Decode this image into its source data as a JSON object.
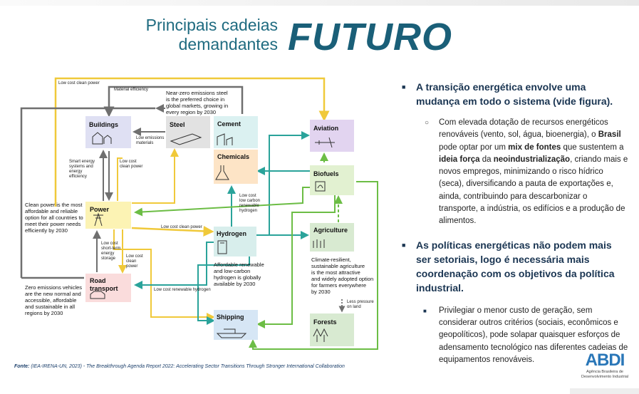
{
  "title": {
    "subtitle": "Principais cadeias demandantes",
    "main": "FUTURO"
  },
  "nodes": {
    "buildings": "Buildings",
    "steel": "Steel",
    "cement": "Cement",
    "chemicals": "Chemicals",
    "aviation": "Aviation",
    "biofuels": "Biofuels",
    "power": "Power",
    "hydrogen": "Hydrogen",
    "agriculture": "Agriculture",
    "road_transport": "Road transport",
    "shipping": "Shipping",
    "forests": "Forests"
  },
  "edge_labels": {
    "low_cost_clean_power_top": "Low cost clean power",
    "material_efficiency": "Material efficiency",
    "low_emissions_materials": "Low emissions materials",
    "smart_energy": "Smart energy systems and energy efficiency",
    "low_cost_clean_power_buildings": "Low cost clean power",
    "low_cost_low_carbon_h2": "Low cost low carbon renewable hydrogen",
    "low_cost_clean_power_h2": "Low cost clean power",
    "low_cost_short_term": "Low cost short-term energy storage",
    "low_cost_clean_power_road": "Low cost clean power",
    "low_cost_renewable_h2": "Low cost renewable hydrogen",
    "less_pressure_on_land": "Less pressure on land"
  },
  "notes": {
    "steel": "Near-zero emissions steel is the preferred choice in global markets, growing in every region by 2030",
    "power": "Clean power is the most affordable and reliable option for all countries to meet their power needs efficiently by 2030",
    "hydrogen": "Affordable renewable and low-carbon hydrogen is globally available by 2030",
    "road": "Zero emissions vehicles are the new normal and accessible, affordable and sustainable in all regions by 2030",
    "agriculture": "Climate-resilient, sustainable agriculture is the most attractive and widely adopted option for farmers everywhere by 2030"
  },
  "source": {
    "prefix": "Fonte:",
    "text": " (IEA-IRENA-UN, 2023) - The Breakthrough Agenda Report 2022: Accelerating Sector Transitions Through Stronger International Collaboration"
  },
  "bullets": {
    "b1": "A transição energética envolve uma mudança em todo o sistema (vide figura).",
    "b1_sub": {
      "p1": "Com elevada dotação de recursos energéticos renováveis (vento, sol, água, bioenergia), o ",
      "brasil": "Brasil",
      "p2": " pode optar por um ",
      "mix": "mix de fontes",
      "p3": " que sustentem a ",
      "ideia": "ideia força",
      "p4": " da ",
      "neo": "neoindustrialização",
      "p5": ", criando mais e novos empregos, minimizando o risco hídrico (seca), diversificando a pauta de exportações e, ainda, contribuindo para descarbonizar o transporte, a indústria, os edifícios e a produção de alimentos."
    },
    "b2": "As políticas energéticas não podem mais ser setoriais, logo é necessária mais coordenação com os objetivos da política industrial.",
    "b2_sub": "Privilegiar o menor custo de geração, sem considerar outros critérios (sociais, econômicos e geopolíticos), pode solapar quaisquer esforços de adensamento tecnológico nas diferentes cadeias de equipamentos renováveis."
  },
  "logo": {
    "mark": "ABDI",
    "name": "Agência Brasileira de Desenvolvimento Industrial"
  },
  "colors": {
    "title": "#1f6b80",
    "power": "#f3d34a",
    "gray": "#6f6f6f",
    "teal": "#2aa39a",
    "green": "#6cbd45"
  }
}
